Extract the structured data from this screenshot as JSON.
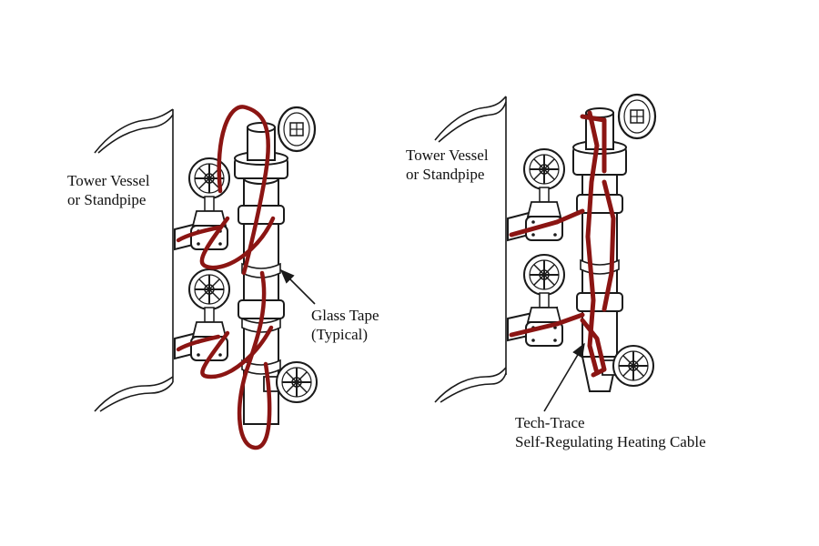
{
  "colors": {
    "cable": "#8b1513",
    "line": "#1a1a1a",
    "background": "#ffffff"
  },
  "left_diagram": {
    "vessel_label_line1": "Tower Vessel",
    "vessel_label_line2": "or Standpipe",
    "callout_line1": "Glass Tape",
    "callout_line2": "(Typical)"
  },
  "right_diagram": {
    "vessel_label_line1": "Tower Vessel",
    "vessel_label_line2": "or Standpipe",
    "callout_line1": "Tech-Trace",
    "callout_line2": "Self-Regulating Heating Cable"
  }
}
